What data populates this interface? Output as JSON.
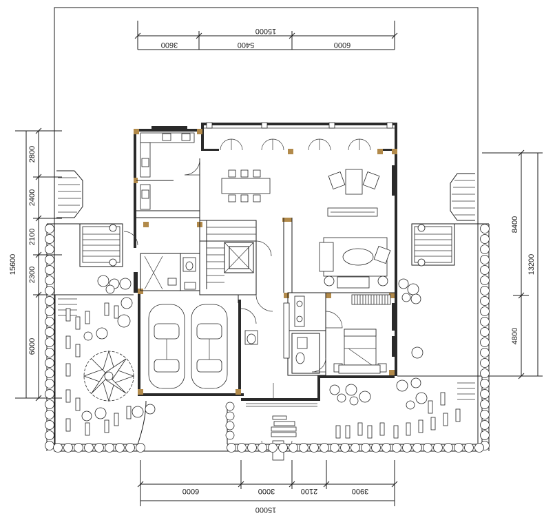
{
  "dimensions": {
    "top": {
      "total": "15000",
      "segments": [
        "3600",
        "5400",
        "6000"
      ]
    },
    "bottom": {
      "total": "15000",
      "segments": [
        "6000",
        "3000",
        "2100",
        "3900"
      ]
    },
    "left": {
      "total": "15600",
      "segments": [
        "2800",
        "2400",
        "2100",
        "2300",
        "6000"
      ]
    },
    "right": {
      "total": "13200",
      "segments": [
        "8400",
        "4800"
      ]
    }
  },
  "colors": {
    "line": "#1a1a1a",
    "column": "#b28a4a",
    "wall": "#2a2a2a"
  }
}
